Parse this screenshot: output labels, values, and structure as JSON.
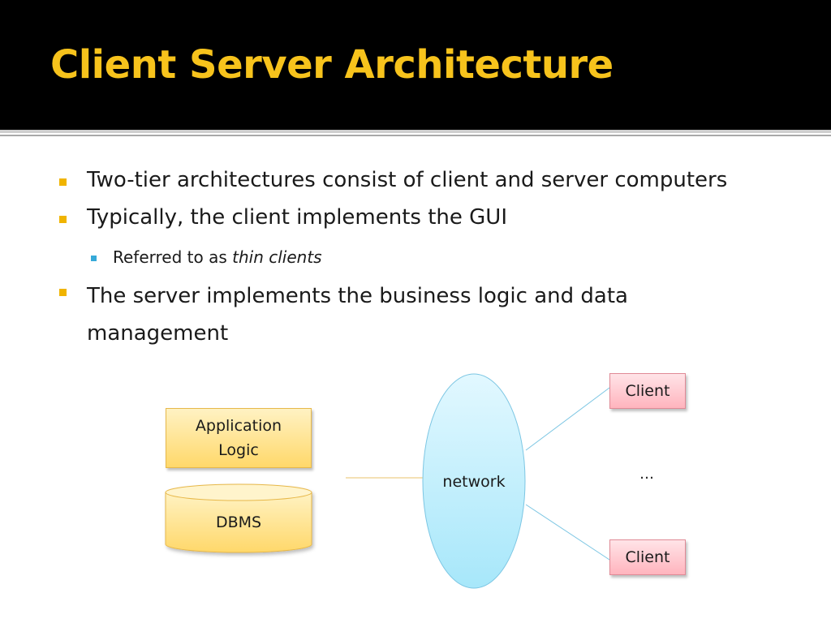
{
  "title": "Client Server Architecture",
  "bullets": {
    "b1": "Two-tier architectures consist of client and server computers",
    "b2": "Typically, the client implements the GUI",
    "b3_prefix": "Referred to as ",
    "b3_italic": "thin clients",
    "b4": "The server implements the business logic and data management"
  },
  "diagram": {
    "app_line1": "Application",
    "app_line2": "Logic",
    "dbms": "DBMS",
    "network": "network",
    "client_top": "Client",
    "client_bottom": "Client",
    "ellipsis": "…"
  },
  "colors": {
    "title": "#f7c31c",
    "title_bar": "#000000",
    "bullet_main": "#f0b400",
    "bullet_sub": "#36a9d8",
    "server_border": "#e9c36b",
    "client_fill": "#ffb4be",
    "network_fill": "#b8ecfb"
  }
}
